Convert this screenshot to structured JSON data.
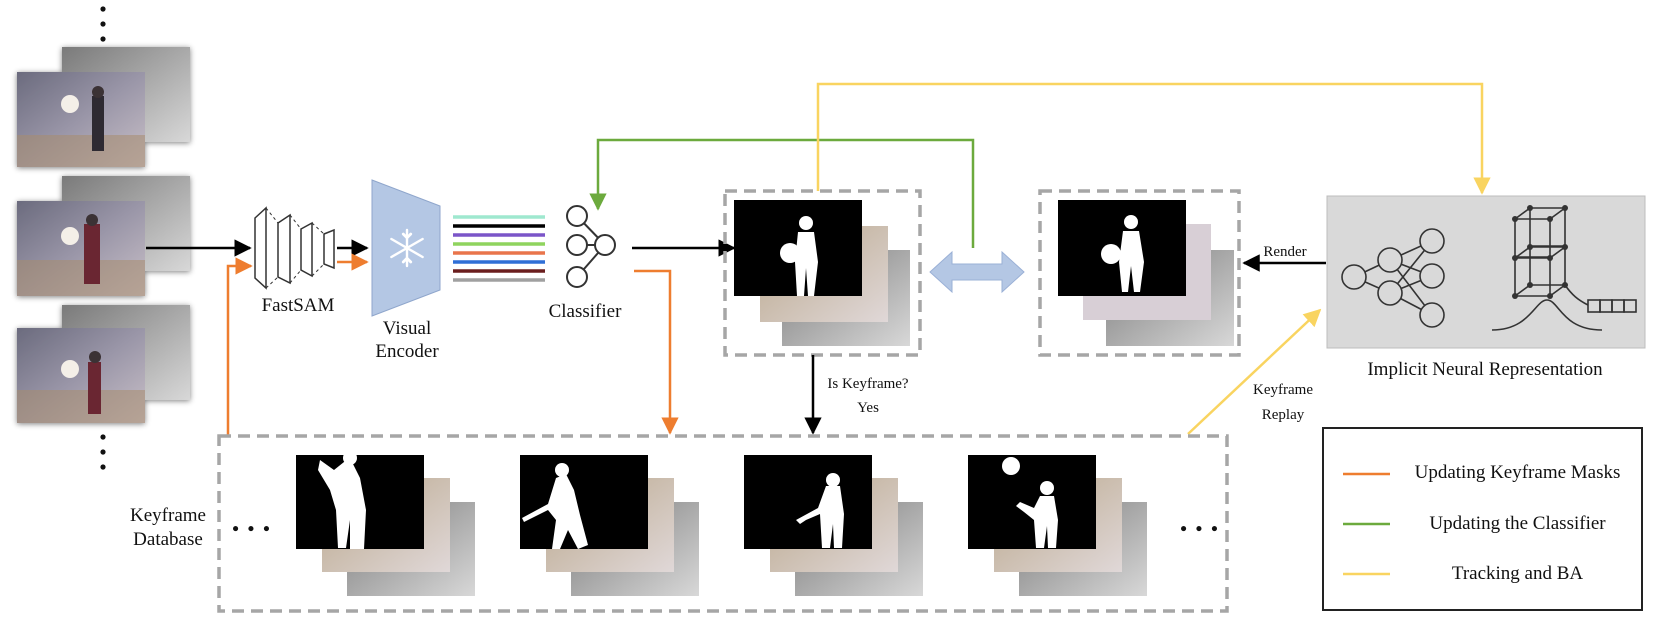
{
  "labels": {
    "fastsam": "FastSAM",
    "visual_encoder_line1": "Visual",
    "visual_encoder_line2": "Encoder",
    "classifier": "Classifier",
    "render": "Render",
    "is_keyframe": "Is Keyframe?",
    "yes": "Yes",
    "keyframe_replay_line1": "Keyframe",
    "keyframe_replay_line2": "Replay",
    "implicit_neural_representation": "Implicit Neural Representation",
    "keyframe_database_line1": "Keyframe",
    "keyframe_database_line2": "Database",
    "ellipsis": "• • •"
  },
  "legend": {
    "items": [
      {
        "label": "Updating Keyframe Masks",
        "color": "#EE7D2F"
      },
      {
        "label": "Updating the Classifier",
        "color": "#6CAA3D"
      },
      {
        "label": "Tracking and BA",
        "color": "#F9D460"
      }
    ]
  },
  "colors": {
    "orange": "#EE7D2F",
    "green": "#6CAA3D",
    "yellow": "#F9D460",
    "encoder": "#B4C7E4",
    "dashed_border": "#A6A6A6",
    "inr_panel": "#D9D9D9"
  },
  "feature_line_colors": [
    "#9FE8CF",
    "#000000",
    "#7B55C8",
    "#8FD45E",
    "#E9754B",
    "#2F6FD6",
    "#6A1E1E",
    "#A0A0A0"
  ],
  "icons": {
    "encoder": "snowflake-icon",
    "classifier": "classifier-graph-icon",
    "inr_network": "neural-network-icon",
    "inr_grid": "voxel-grid-icon"
  }
}
